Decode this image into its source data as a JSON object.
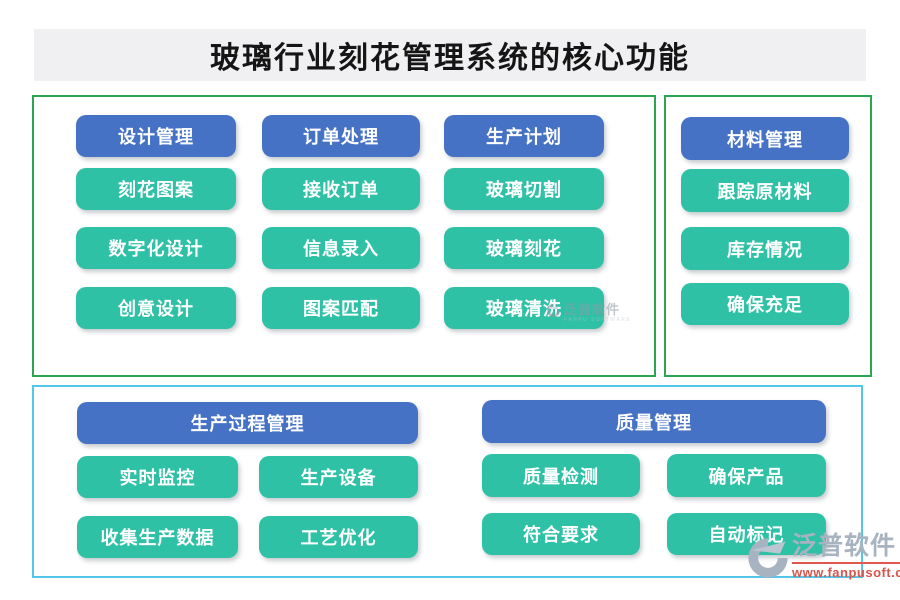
{
  "title": "玻璃行业刻花管理系统的核心功能",
  "colors": {
    "header_button_blue": "#4672c6",
    "item_button_teal": "#2fc1a6",
    "top_box_border_green": "#2aa550",
    "bottom_box_border_cyan": "#54c6e8",
    "title_bar_bg": "#f0f0f2",
    "title_text": "#151515",
    "watermark_gray": "#a7b3c0",
    "watermark_red": "#d9544a"
  },
  "sections": {
    "design_orders_production": {
      "columns": [
        {
          "header": "设计管理",
          "items": [
            "刻花图案",
            "数字化设计",
            "创意设计"
          ]
        },
        {
          "header": "订单处理",
          "items": [
            "接收订单",
            "信息录入",
            "图案匹配"
          ]
        },
        {
          "header": "生产计划",
          "items": [
            "玻璃切割",
            "玻璃刻花",
            "玻璃清洗"
          ]
        }
      ]
    },
    "materials": {
      "header": "材料管理",
      "items": [
        "跟踪原材料",
        "库存情况",
        "确保充足"
      ]
    },
    "process": {
      "header": "生产过程管理",
      "items": [
        "实时监控",
        "生产设备",
        "收集生产数据",
        "工艺优化"
      ]
    },
    "quality": {
      "header": "质量管理",
      "items": [
        "质量检测",
        "确保产品",
        "符合要求",
        "自动标记"
      ]
    }
  },
  "watermark": {
    "brand": "泛普软件",
    "brand_sub": "FANPU SOFTWARE",
    "url": "www.fanpusoft.com"
  }
}
